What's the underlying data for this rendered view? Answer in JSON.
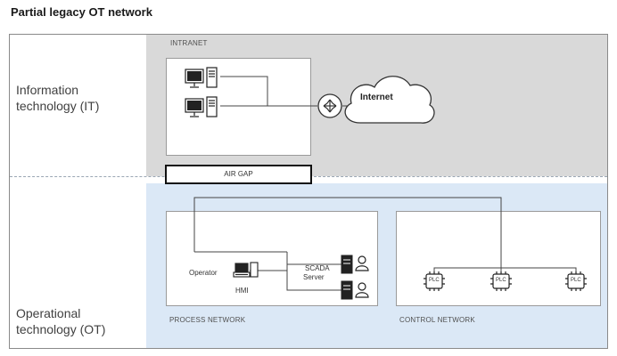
{
  "title": "Partial legacy OT network",
  "zones": {
    "it": {
      "line1": "Information",
      "line2": "technology (IT)"
    },
    "ot": {
      "line1": "Operational",
      "line2": "technology (OT)"
    }
  },
  "intranet": {
    "label": "INTRANET"
  },
  "internet": {
    "label": "Internet"
  },
  "air_gap": {
    "label": "AIR GAP"
  },
  "process_network": {
    "label": "PROCESS NETWORK",
    "operator_label": "Operator",
    "hmi_label": "HMI",
    "scada_line1": "SCADA",
    "scada_line2": "Server"
  },
  "control_network": {
    "label": "CONTROL NETWORK",
    "plc_labels": [
      "PLC",
      "PLC",
      "PLC"
    ]
  },
  "icons": {
    "workstation": "desktop-computer-icon",
    "router": "router-icon",
    "cloud": "cloud-icon",
    "server": "server-icon",
    "person": "person-icon",
    "plc": "plc-chip-icon"
  },
  "colors": {
    "it_zone": "#d9d9d9",
    "ot_zone": "#dbe8f6",
    "air_gap_border": "#111111"
  }
}
